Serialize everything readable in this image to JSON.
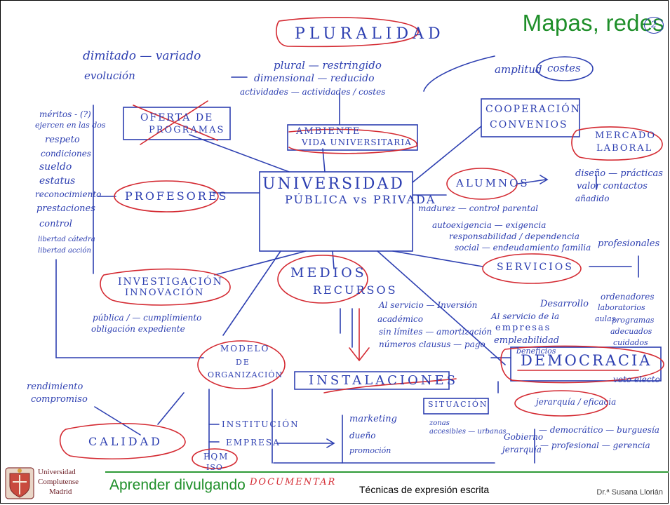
{
  "slide": {
    "title": "Mapas, redes",
    "page_mark": "2",
    "footer": {
      "left": "Aprender divulgando",
      "center": "Técnicas de expresión escrita",
      "right": "Dr.ª Susana Llorián",
      "university": [
        "Universidad",
        "Complutense",
        "Madrid"
      ]
    }
  },
  "notes": {
    "center": [
      "UNIVERSIDAD",
      "PÚBLICA vs PRIVADA"
    ],
    "pluralidad": "PLURALIDAD",
    "pluralidad_notes": [
      "plural — restringido",
      "dimensional — reducido",
      "actividades — actividades / costes"
    ],
    "diversity": [
      "dimitado — variado",
      "evolución"
    ],
    "oferta": [
      "OFERTA DE",
      "PROGRAMAS"
    ],
    "ambiente": [
      "AMBIENTE",
      "VIDA UNIVERSITARIA"
    ],
    "cooperacion": [
      "COOPERACIÓN",
      "CONVENIOS"
    ],
    "amplitud": [
      "amplitud",
      "costes"
    ],
    "mercado": [
      "MERCADO",
      "LABORAL"
    ],
    "mercado_notes": [
      "diseño — prácticas",
      "valor    contactos",
      "añadido"
    ],
    "alumnos": "ALUMNOS",
    "alumnos_notes": [
      "madurez — control parental",
      "autoexigencia — exigencia",
      "responsabilidad / dependencia",
      "social — endeudamiento familia"
    ],
    "profesores": "PROFESORES",
    "profesores_notes": [
      "méritos - (?)",
      "ejercen en las dos",
      "respeto",
      "condiciones",
      "sueldo",
      "estatus",
      "reconocimiento",
      "prestaciones",
      "control",
      "libertad cátedra",
      "libertad acción"
    ],
    "servicios": "SERVICIOS",
    "profesionales": "profesionales",
    "investigacion": [
      "INVESTIGACIÓN",
      "INNOVACIÓN"
    ],
    "investigacion_notes": [
      "pública / — cumplimiento",
      "obligación   expediente"
    ],
    "medios": [
      "MEDIOS",
      "RECURSOS"
    ],
    "medios_notes": [
      "Al servicio — Inversión",
      "académico",
      "sin límites — amortización",
      "números clausus — pago"
    ],
    "servicio_empresa": [
      "Al servicio de la",
      "empresas",
      "empleabilidad",
      "beneficios"
    ],
    "desarrollo": [
      "Desarrollo",
      "ordenadores",
      "laboratorios",
      "aulas"
    ],
    "desarrollo_right": [
      "programas",
      "adecuados",
      "cuidados"
    ],
    "democracia": "DEMOCRACIA",
    "democracia_notes": [
      "voto electo",
      "jerarquía / eficacia"
    ],
    "modelo": [
      "MODELO",
      "DE",
      "ORGANIZACIÓN"
    ],
    "instalaciones": "INSTALACIONES",
    "rendimiento": [
      "rendimiento",
      "compromiso"
    ],
    "calidad": "CALIDAD",
    "institucion": [
      "INSTITUCIÓN",
      "EMPRESA"
    ],
    "marketing": [
      "marketing",
      "dueño",
      "promoción"
    ],
    "situacion": "SITUACIÓN",
    "situacion_notes": [
      "zonas",
      "accesibles — urbanas"
    ],
    "gobierno": [
      "Gobierno",
      "jerarquía"
    ],
    "gobierno_notes": [
      "— democrático — burguesía",
      "— profesional — gerencia"
    ],
    "fqm": [
      "FQM",
      "ISO"
    ],
    "documentar": "DOCUMENTAR"
  }
}
